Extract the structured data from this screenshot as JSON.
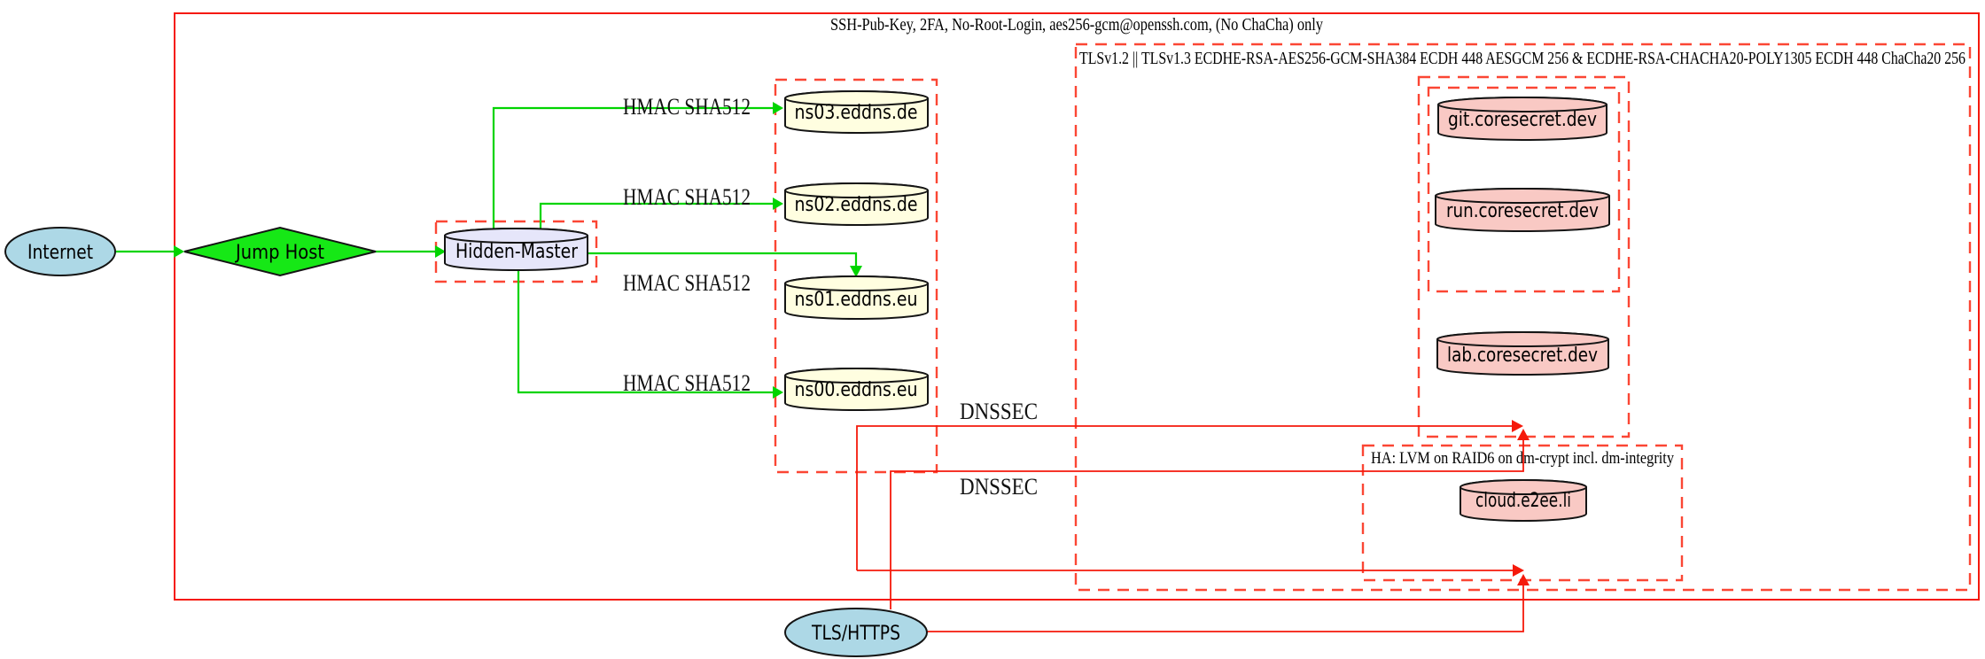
{
  "diagram": {
    "clusters": {
      "ssh_label": "SSH-Pub-Key, 2FA, No-Root-Login, aes256-gcm@openssh.com, (No ChaCha) only",
      "tls_label": "TLSv1.2 || TLSv1.3 ECDHE-RSA-AES256-GCM-SHA384 ECDH 448 AESGCM 256 & ECDHE-RSA-CHACHA20-POLY1305 ECDH 448 ChaCha20 256",
      "ha_label": "HA: LVM on RAID6 on dm-crypt incl. dm-integrity"
    },
    "nodes": {
      "internet": "Internet",
      "jump_host": "Jump Host",
      "hidden_master": "Hidden-Master",
      "ns03": "ns03.eddns.de",
      "ns02": "ns02.eddns.de",
      "ns01": "ns01.eddns.eu",
      "ns00": "ns00.eddns.eu",
      "git": "git.coresecret.dev",
      "run": "run.coresecret.dev",
      "lab": "lab.coresecret.dev",
      "cloud": "cloud.e2ee.li",
      "tls_https": "TLS/HTTPS"
    },
    "edge_labels": {
      "hmac_sha512": "HMAC SHA512",
      "dnssec": "DNSSEC"
    },
    "colors": {
      "edge_green": "#00d400",
      "edge_red": "#f5190b",
      "cluster_dashed_red": "#fb4634",
      "node_lightblue": "#add8e6",
      "node_lightyellow": "#fffee0",
      "node_lavender": "#e6e6fa",
      "node_pink": "#f9c9c4",
      "diamond_green": "#16e816"
    }
  }
}
